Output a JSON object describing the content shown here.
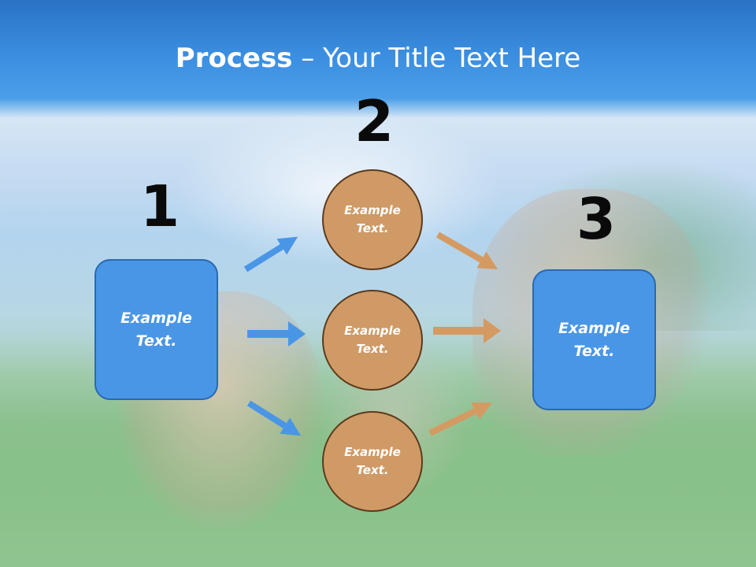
{
  "title": {
    "bold": "Process",
    "rest": " – Your Title Text Here"
  },
  "step_numbers": [
    "1",
    "2",
    "3"
  ],
  "left_box": {
    "text_line1": "Example",
    "text_line2": "Text."
  },
  "circles": [
    {
      "text_line1": "Example",
      "text_line2": "Text."
    },
    {
      "text_line1": "Example",
      "text_line2": "Text."
    },
    {
      "text_line1": "Example",
      "text_line2": "Text."
    }
  ],
  "right_box": {
    "text_line1": "Example",
    "text_line2": "Text."
  },
  "colors": {
    "title_bar": "#2a72c4",
    "blue_box": "#4a96e6",
    "blue_arrow": "#4a96e6",
    "circle_fill": "#cf9a66",
    "orange_arrow": "#d49a62",
    "number_text": "#0a0a0a"
  }
}
